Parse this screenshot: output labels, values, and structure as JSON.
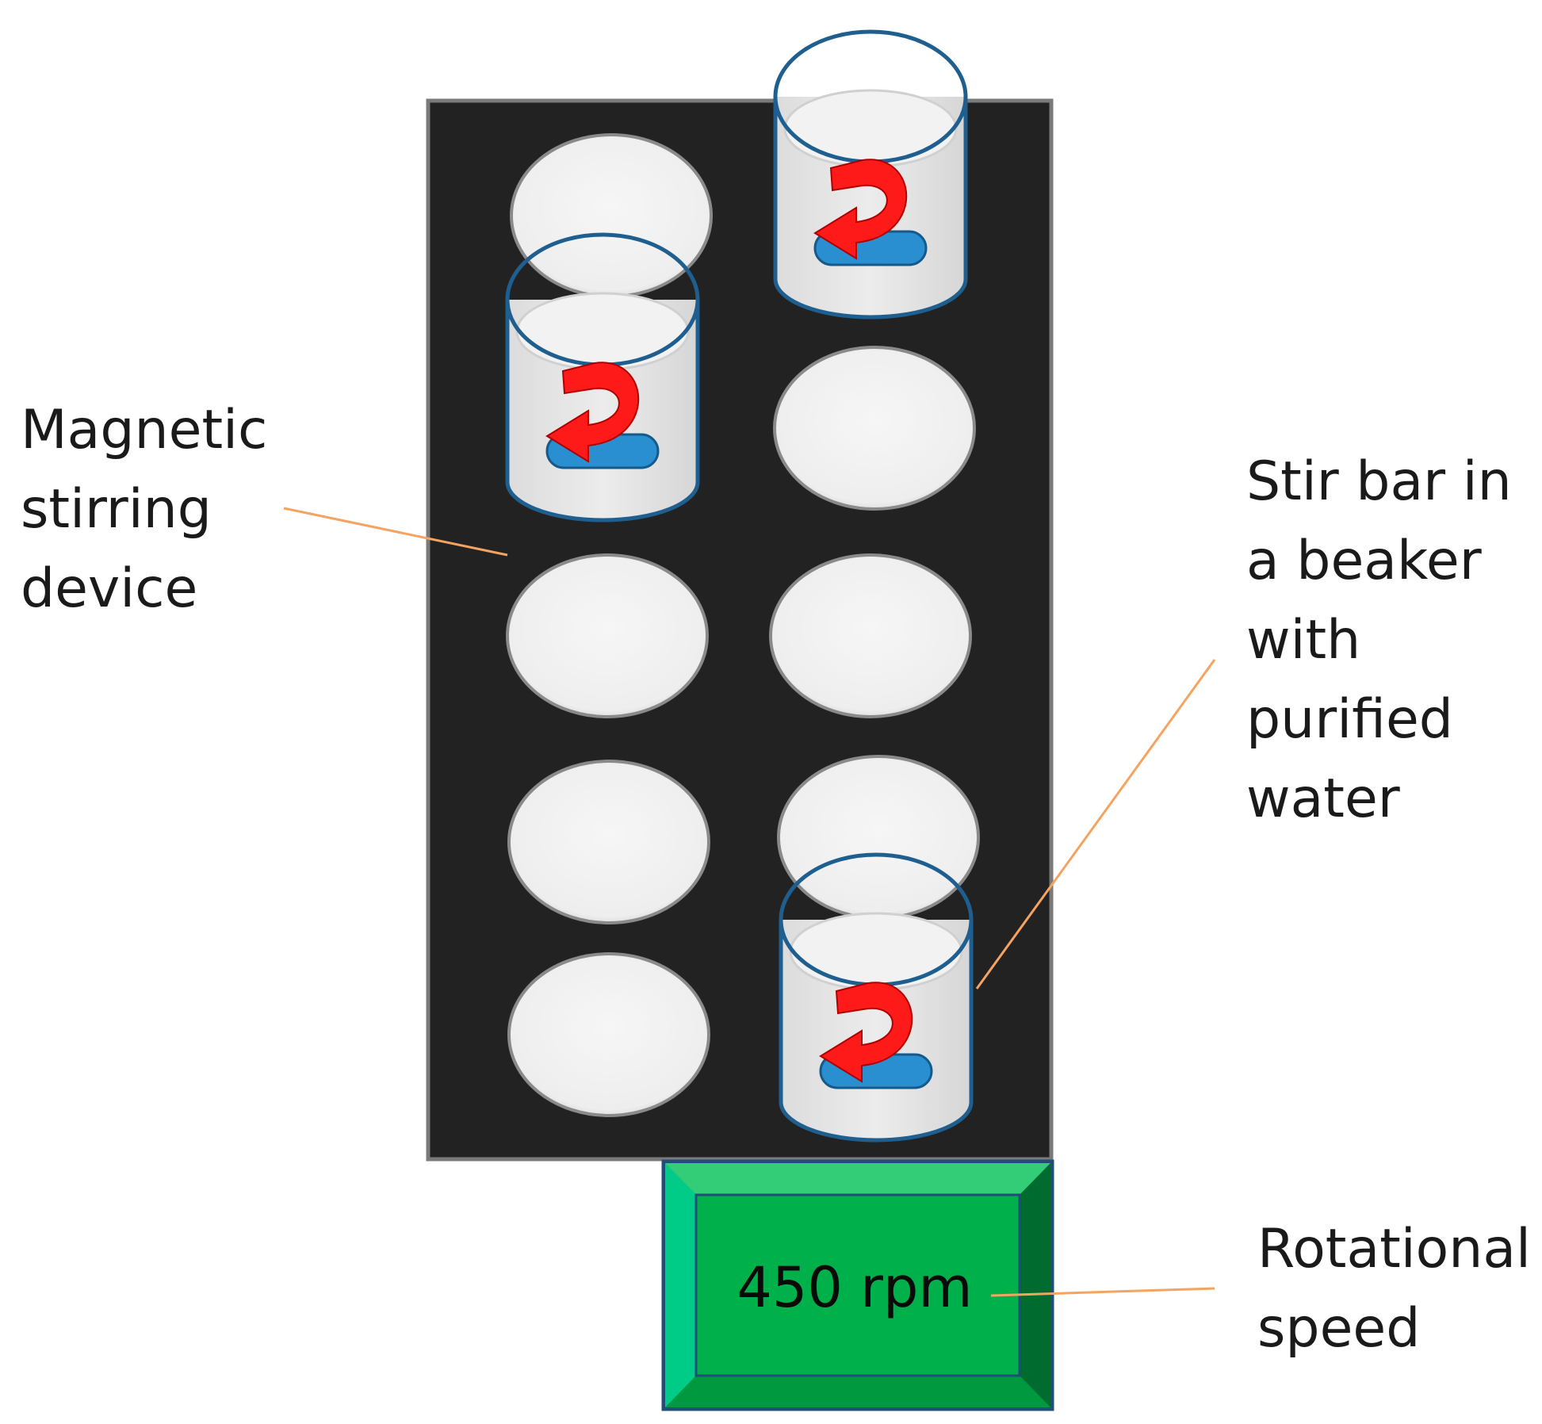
{
  "labels": {
    "device": [
      "Magnetic",
      "stirring",
      "device"
    ],
    "beaker": [
      "Stir bar in",
      "a beaker",
      "with",
      "purified",
      "water"
    ],
    "speed": [
      "Rotational",
      "speed"
    ]
  },
  "display": {
    "value": "450 rpm"
  },
  "colors": {
    "panel": "#222222",
    "panel_border": "#7a7a7a",
    "well": "#f2f2f2",
    "beaker_outline": "#1f5f8f",
    "stir_bar": "#2a8fd0",
    "arrow": "#ff1a1a",
    "display_face": "#00b050",
    "display_border": "#1f4e79",
    "leader_line": "#f4a460"
  },
  "icons": {
    "rotation": "curved-arrow-icon",
    "stir_bar": "stir-bar-icon"
  }
}
